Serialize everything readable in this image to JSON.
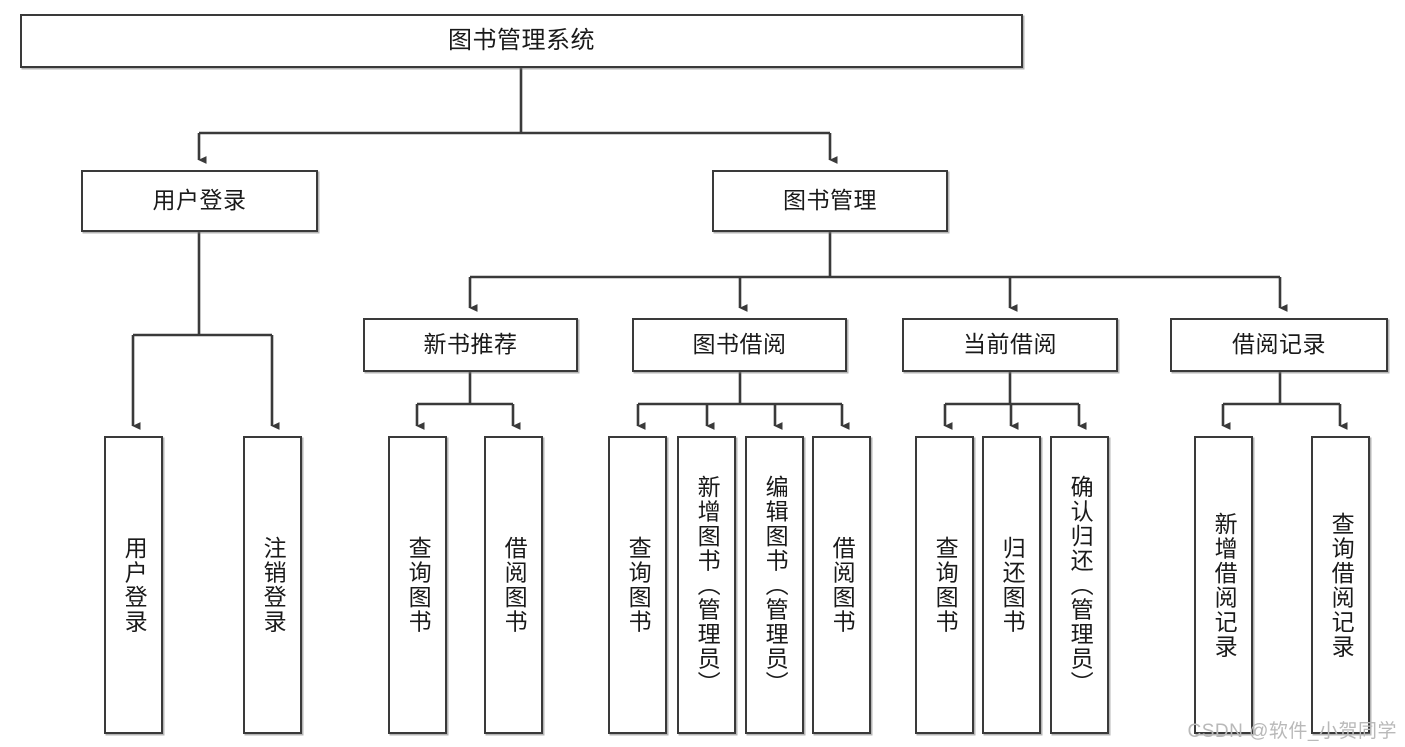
{
  "diagram": {
    "type": "tree-hierarchy-chart",
    "title": "图书管理系统",
    "colors": {
      "box_border": "#3a3a3a",
      "box_fill": "#ffffff",
      "edge": "#3a3a3a",
      "text": "#1a1a1a",
      "watermark": "#b9b9b9",
      "background": "#ffffff"
    },
    "nodes": {
      "root": {
        "label": "图书管理系统"
      },
      "level2": [
        {
          "id": "user-login",
          "label": "用户登录"
        },
        {
          "id": "book-management",
          "label": "图书管理"
        }
      ],
      "level3": [
        {
          "id": "new-book-recommend",
          "label": "新书推荐"
        },
        {
          "id": "book-borrow",
          "label": "图书借阅"
        },
        {
          "id": "current-borrow",
          "label": "当前借阅"
        },
        {
          "id": "borrow-record",
          "label": "借阅记录"
        }
      ],
      "leaves": {
        "user_login": [
          {
            "id": "leaf-user-login",
            "label": "用户登录"
          },
          {
            "id": "leaf-logout-login",
            "label": "注销登录"
          }
        ],
        "new_book_recommend": [
          {
            "id": "leaf-query-book-1",
            "label": "查询图书"
          },
          {
            "id": "leaf-borrow-book-1",
            "label": "借阅图书"
          }
        ],
        "book_borrow": [
          {
            "id": "leaf-query-book-2",
            "label": "查询图书"
          },
          {
            "id": "leaf-add-book",
            "label": "新增图书（管理员）"
          },
          {
            "id": "leaf-edit-book",
            "label": "编辑图书（管理员）"
          },
          {
            "id": "leaf-borrow-book-2",
            "label": "借阅图书"
          }
        ],
        "current_borrow": [
          {
            "id": "leaf-query-book-3",
            "label": "查询图书"
          },
          {
            "id": "leaf-return-book",
            "label": "归还图书"
          },
          {
            "id": "leaf-confirm-return",
            "label": "确认归还（管理员）"
          }
        ],
        "borrow_record": [
          {
            "id": "leaf-add-borrow-record",
            "label": "新增借阅记录"
          },
          {
            "id": "leaf-query-borrow-record",
            "label": "查询借阅记录"
          }
        ]
      }
    }
  },
  "watermark": {
    "text": "CSDN @软件_小贺同学"
  }
}
